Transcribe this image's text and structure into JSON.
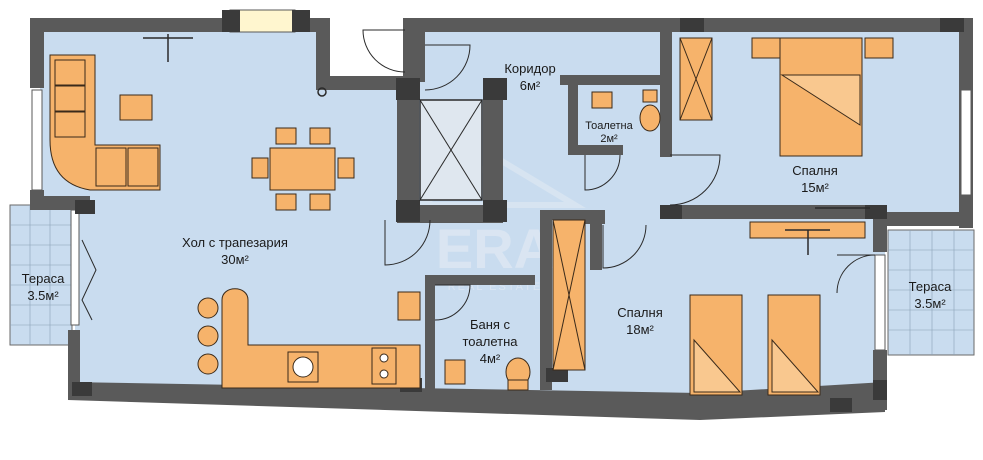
{
  "colors": {
    "wall": "#5a5a5a",
    "floor": "#c9dcef",
    "furniture": "#f6b36b",
    "outline": "#2a2a2a",
    "terrace": "#c9dcef",
    "watermark": "#dfe7ef"
  },
  "watermark": {
    "logo": "ERA",
    "tagline": "REAL ESTATE"
  },
  "rooms": {
    "living": {
      "name": "Хол с трапезария",
      "area": "30м²"
    },
    "corridor": {
      "name": "Коридор",
      "area": "6м²"
    },
    "wc": {
      "name": "Тоалетна",
      "area": "2м²"
    },
    "bedroom_1": {
      "name": "Спалня",
      "area": "15м²"
    },
    "bedroom_2": {
      "name": "Спалня",
      "area": "18м²"
    },
    "bath": {
      "name": "Баня с тоалетна",
      "area": "4м²"
    },
    "terrace_left": {
      "name": "Тераса",
      "area": "3.5м²"
    },
    "terrace_right": {
      "name": "Тераса",
      "area": "3.5м²"
    }
  },
  "icons": [
    "sofa-icon",
    "dining-table-icon",
    "bed-icon",
    "wardrobe-icon",
    "toilet-icon",
    "sink-icon",
    "stove-icon",
    "bar-stool-icon",
    "ceiling-lamp-icon",
    "elevator-shaft-icon",
    "door-swing-icon"
  ]
}
